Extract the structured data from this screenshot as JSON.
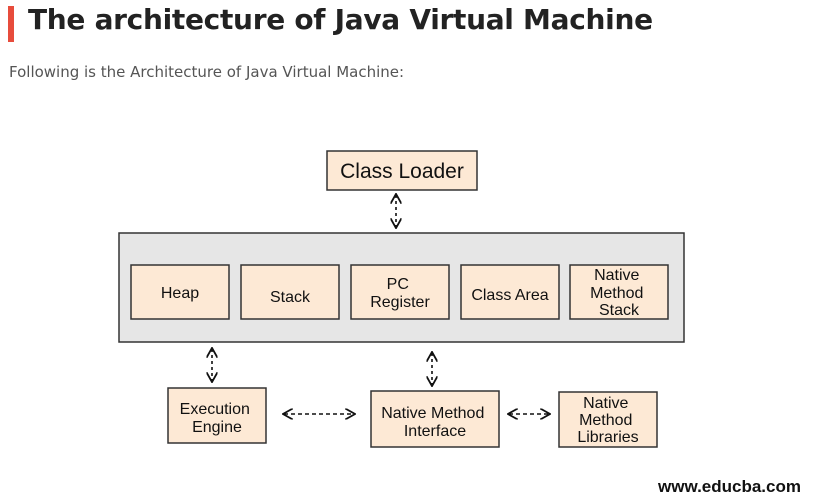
{
  "header": {
    "title": "The architecture of Java Virtual Machine",
    "intro": "Following is the Architecture of Java Virtual Machine:"
  },
  "diagram": {
    "class_loader": [
      "Class Loader"
    ],
    "runtime_areas": {
      "heap": [
        "Heap"
      ],
      "stack": [
        "Stack"
      ],
      "pc_register": [
        "PC",
        "Register"
      ],
      "class_area": [
        "Class Area"
      ],
      "native_method_stack": [
        "Native",
        "Method",
        "Stack"
      ]
    },
    "execution_engine": [
      "Execution",
      "Engine"
    ],
    "native_method_interface": [
      "Native Method",
      "Interface"
    ],
    "native_method_libraries": [
      "Native",
      "Method",
      "Libraries"
    ],
    "watermark": "www.educba.com"
  },
  "colors": {
    "accent": "#e74c3c",
    "box_fill": "#fde9d5",
    "container_fill": "#e6e6e6",
    "stroke": "#333333"
  }
}
